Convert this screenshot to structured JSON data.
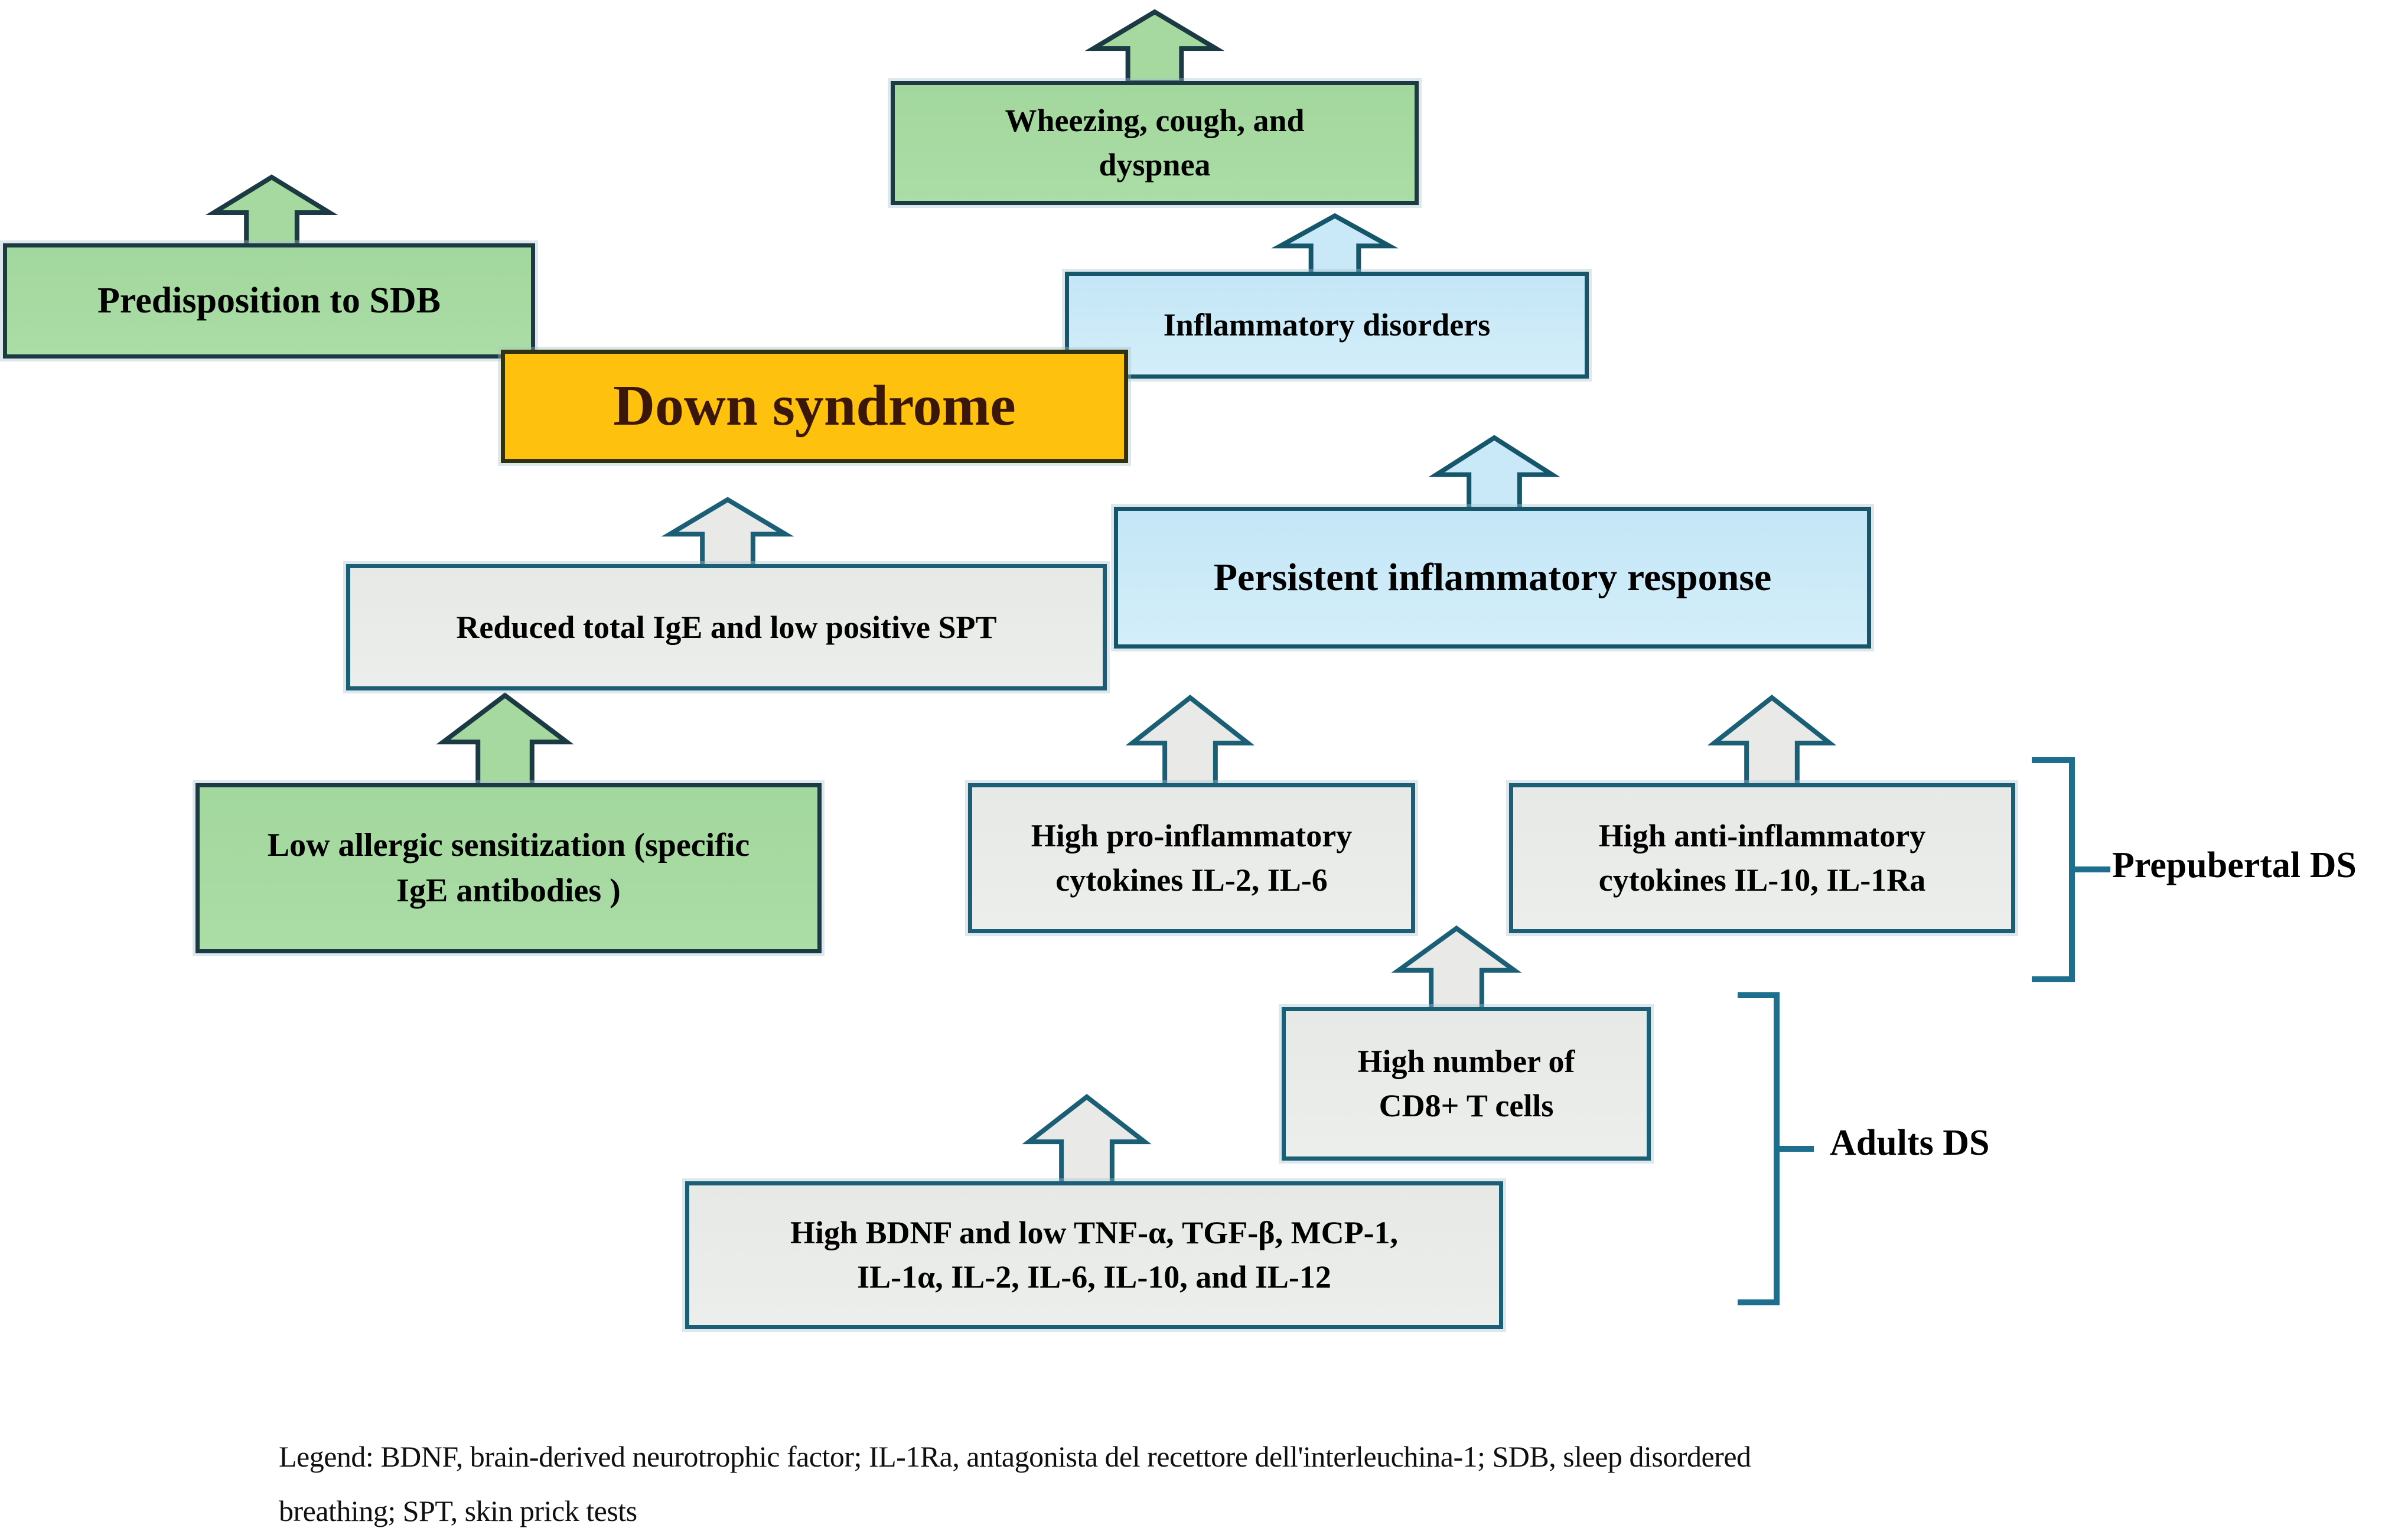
{
  "palette": {
    "background": "#ffffff",
    "green_fill": "#a5d9a0",
    "green_border": "#1c3a43",
    "blue_fill": "#c9e9f8",
    "blue_border": "#16566a",
    "gray_fill": "#e9eae8",
    "gray_border": "#1a5f75",
    "orange_fill": "#fec10e",
    "orange_border": "#30330f",
    "down_text": "#3a1708",
    "box_text": "#000000",
    "bracket": "#1e6f8e"
  },
  "boxes": {
    "wheezing": {
      "lines": [
        "Wheezing, cough, and",
        "dyspnea"
      ]
    },
    "predisposition": {
      "lines": [
        "Predisposition to SDB"
      ]
    },
    "down_syndrome": {
      "lines": [
        "Down syndrome"
      ]
    },
    "inflammatory": {
      "lines": [
        "Inflammatory disorders"
      ]
    },
    "persistent": {
      "lines": [
        "Persistent inflammatory response"
      ]
    },
    "reduced": {
      "lines": [
        "Reduced total IgE and low positive SPT"
      ]
    },
    "low_allergic": {
      "lines": [
        "Low allergic sensitization (specific",
        "IgE antibodies )"
      ]
    },
    "pro_cytokines": {
      "lines": [
        "High pro-inflammatory",
        "cytokines IL-2, IL-6"
      ]
    },
    "anti_cytokines": {
      "lines": [
        "High anti-inflammatory",
        "cytokines IL-10, IL-1Ra"
      ]
    },
    "cd8": {
      "lines": [
        "High number of",
        "CD8+ T cells"
      ]
    },
    "bdnf": {
      "lines": [
        "High BDNF and low TNF-α, TGF-β, MCP-1,",
        "IL-1α, IL-2, IL-6, IL-10, and IL-12"
      ]
    }
  },
  "group_labels": {
    "prepubertal": "Prepubertal DS",
    "adults": "Adults DS"
  },
  "legend": {
    "line1": "Legend: BDNF, brain-derived neurotrophic factor; IL-1Ra, antagonista del recettore dell'interleuchina-1; SDB, sleep disordered",
    "line2": "breathing; SPT, skin prick tests"
  }
}
